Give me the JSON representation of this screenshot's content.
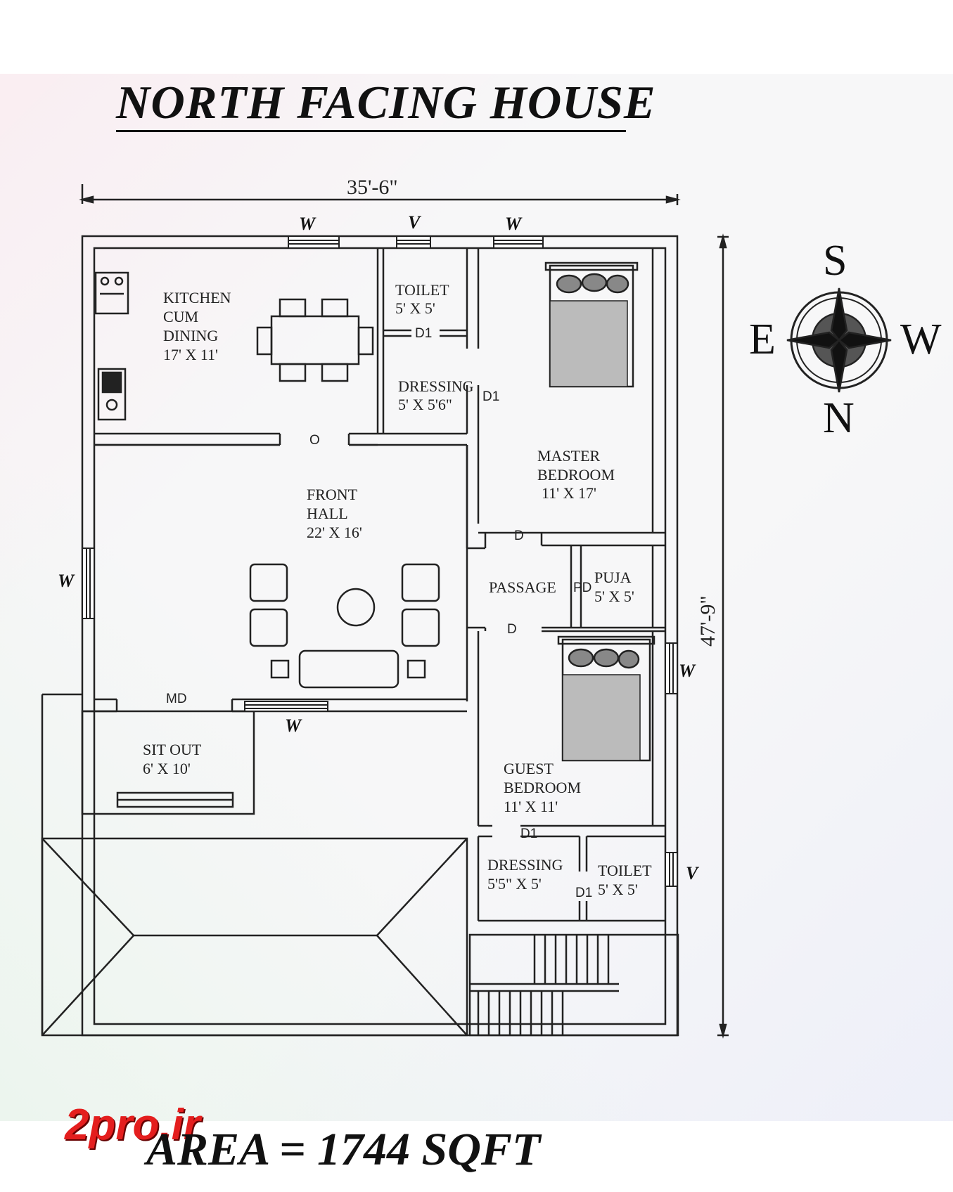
{
  "title": "NORTH FACING HOUSE",
  "dimensions": {
    "width": "35'-6\"",
    "depth": "47'-9\""
  },
  "compass": {
    "top": "S",
    "bottom": "N",
    "left": "E",
    "right": "W"
  },
  "rooms": {
    "kitchen": {
      "name": "KITCHEN\nCUM\nDINING",
      "size": "17' X 11'"
    },
    "toilet_top": {
      "name": "TOILET",
      "size": "5' X 5'"
    },
    "dressing_top": {
      "name": "DRESSING",
      "size": "5' X 5'6\""
    },
    "master_bedroom": {
      "name": "MASTER\nBEDROOM",
      "size": "11' X 17'"
    },
    "front_hall": {
      "name": "FRONT\nHALL",
      "size": "22' X 16'"
    },
    "passage": {
      "name": "PASSAGE"
    },
    "puja": {
      "name": "PUJA",
      "size": "5' X 5'"
    },
    "guest_bedroom": {
      "name": "GUEST\nBEDROOM",
      "size": "11' X 11'"
    },
    "sit_out": {
      "name": "SIT OUT",
      "size": "6' X 10'"
    },
    "dressing_bottom": {
      "name": "DRESSING",
      "size": "5'5\" X 5'"
    },
    "toilet_bottom": {
      "name": "TOILET",
      "size": "5' X 5'"
    }
  },
  "openings": {
    "window": "W",
    "ventilator": "V",
    "door": "D",
    "door_d1": "D1",
    "opening": "O",
    "main_door": "MD",
    "puja_door": "PD"
  },
  "logo": "2pro.ir",
  "area": "AREA = 1744  SQFT"
}
